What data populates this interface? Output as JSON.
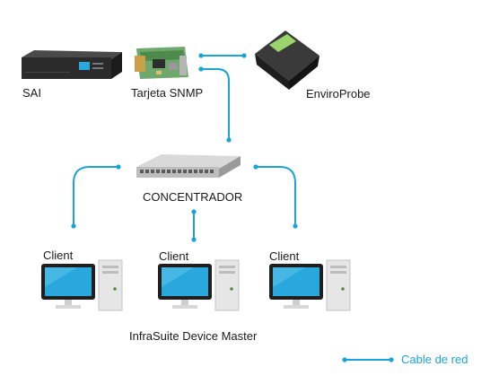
{
  "labels": {
    "sai": "SAI",
    "snmp_card": "Tarjeta SNMP",
    "enviroprobe": "EnviroProbe",
    "hub": "CONCENTRADOR",
    "client_left": "Client",
    "client_center": "Client",
    "client_right": "Client",
    "software": "InfraSuite Device Master"
  },
  "legend": {
    "network_cable": "Cable de red"
  },
  "colors": {
    "cable": "#1aa3d9",
    "screen": "#29a8dd",
    "device_dark": "#2b2b2b",
    "hub": "#c8c8c8",
    "pc_case": "#e6e6e6"
  }
}
